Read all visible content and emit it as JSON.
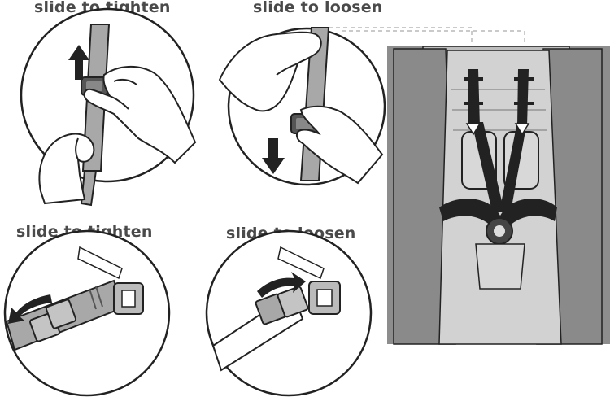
{
  "labels": {
    "top_left": "slide to tighten",
    "top_right": "slide to loosen",
    "bottom_left": "slide to tighten",
    "bottom_right": "slide to loosen"
  },
  "colors": {
    "strap": "#a8a8a8",
    "dark": "#222222",
    "panel_gray": "#8d8d8d",
    "seat_light": "#d2d2d2",
    "text": "#4a4a4a"
  },
  "icons": [
    "arrow-up-icon",
    "arrow-down-icon",
    "arrow-left-curved-icon",
    "arrow-right-curved-icon",
    "hand-icon",
    "buckle-icon"
  ]
}
